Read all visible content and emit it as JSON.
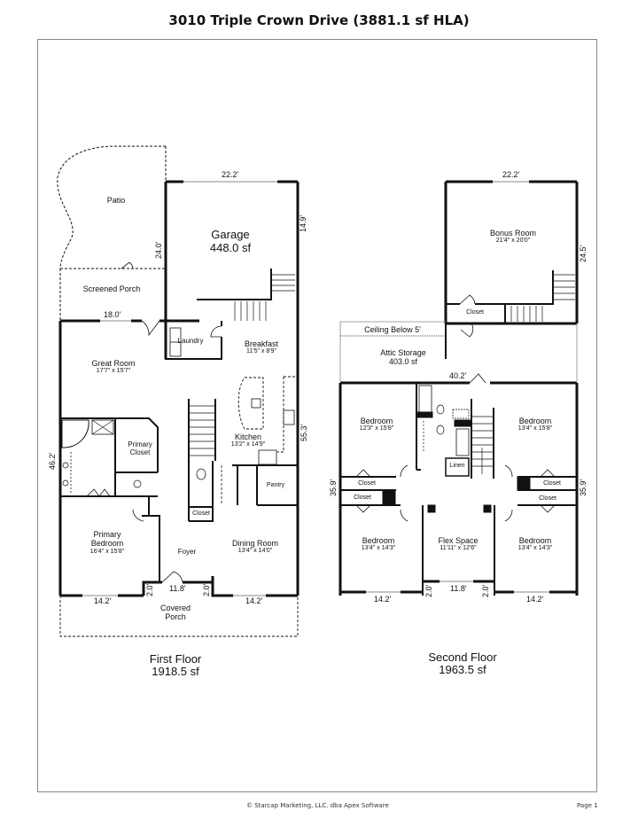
{
  "title": "3010 Triple Crown Drive (3881.1 sf HLA)",
  "first_floor": {
    "label": "First Floor",
    "area": "1918.5 sf",
    "rooms": {
      "patio": "Patio",
      "garage": "Garage",
      "garage_area": "448.0 sf",
      "screened_porch": "Screened Porch",
      "laundry": "Laundry",
      "breakfast": "Breakfast",
      "breakfast_dim": "11'5\" x 8'9\"",
      "great_room": "Great Room",
      "great_room_dim": "17'7\" x 15'7\"",
      "kitchen": "Kitchen",
      "kitchen_dim": "13'2\" x 14'9\"",
      "primary_closet": "Primary Closet",
      "pantry": "Pantry",
      "closet": "Closet",
      "primary_bedroom": "Primary Bedroom",
      "primary_bedroom_dim": "16'4\" x 15'8\"",
      "foyer": "Foyer",
      "dining_room": "Dining Room",
      "dining_room_dim": "13'4\" x 14'0\"",
      "covered_porch": "Covered Porch"
    },
    "dimensions": {
      "garage_width": "22.2'",
      "garage_depth": "14.9'",
      "patio_depth": "24.0'",
      "porch_width": "18.0'",
      "overall_depth": "55.3'",
      "left_depth": "46.2'",
      "front_left": "14.2'",
      "front_center": "11.8'",
      "front_right": "14.2'",
      "recess_left": "2.0'",
      "recess_right": "2.0'"
    }
  },
  "second_floor": {
    "label": "Second Floor",
    "area": "1963.5 sf",
    "rooms": {
      "bonus_room": "Bonus Room",
      "bonus_room_dim": "21'4\" x 20'0\"",
      "bonus_closet": "Closet",
      "ceiling_below": "Ceiling Below 5'",
      "attic_storage": "Attic Storage",
      "attic_area": "403.0 sf",
      "bedroom_nw": "Bedroom",
      "bedroom_nw_dim": "12'3\" x 15'8\"",
      "bedroom_ne": "Bedroom",
      "bedroom_ne_dim": "13'4\" x 15'8\"",
      "linen": "Linen",
      "closet_1": "Closet",
      "closet_2": "Closet",
      "closet_3": "Closet",
      "closet_4": "Closet",
      "bedroom_sw": "Bedroom",
      "bedroom_sw_dim": "13'4\" x 14'3\"",
      "flex_space": "Flex Space",
      "flex_space_dim": "11'11\" x 12'6\"",
      "bedroom_se": "Bedroom",
      "bedroom_se_dim": "13'4\" x 14'3\""
    },
    "dimensions": {
      "bonus_width": "22.2'",
      "bonus_depth": "24.5'",
      "overall_width": "40.2'",
      "side_depth_left": "35.9'",
      "side_depth_right": "35.9'",
      "front_left": "14.2'",
      "front_center": "11.8'",
      "front_right": "14.2'",
      "recess_left": "2.0'",
      "recess_right": "2.0'"
    }
  },
  "footer": {
    "copyright": "© Starcap Marketing, LLC. dba Apex Software",
    "page": "Page 1"
  }
}
